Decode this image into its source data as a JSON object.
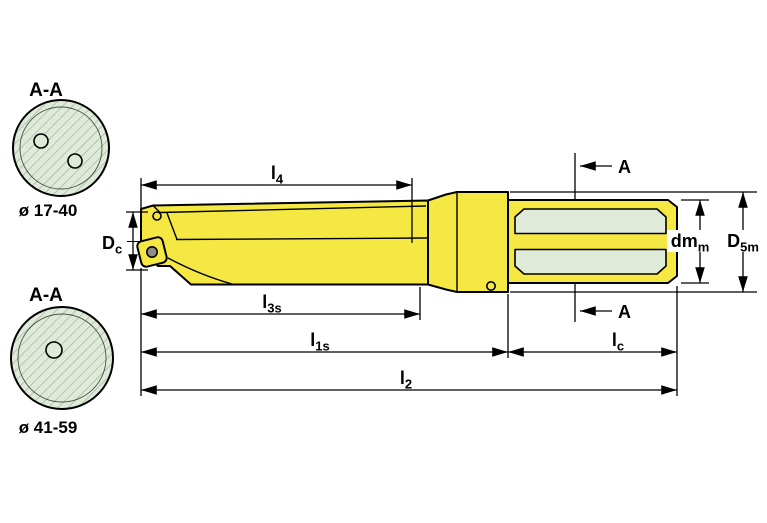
{
  "drawing": {
    "section_views": {
      "top": {
        "label": "A-A",
        "diameter_range": "ø 17-40"
      },
      "bottom": {
        "label": "A-A",
        "diameter_range": "ø 41-59"
      }
    },
    "section_cut": {
      "label": "A"
    },
    "dimensions": {
      "l4": {
        "base": "l",
        "sub": "4"
      },
      "l3s": {
        "base": "l",
        "sub": "3s"
      },
      "l1s": {
        "base": "l",
        "sub": "1s"
      },
      "l2": {
        "base": "l",
        "sub": "2"
      },
      "lc": {
        "base": "l",
        "sub": "c"
      },
      "dc": {
        "base": "D",
        "sub": "c"
      },
      "dmm": {
        "base": "dm",
        "sub": "m"
      },
      "d5m": {
        "base": "D",
        "sub": "5m"
      }
    },
    "colors": {
      "body": "#f6e843",
      "flat": "#dfead9",
      "hatch_line": "#8fa88f",
      "outline": "#000000",
      "background": "#ffffff"
    }
  }
}
